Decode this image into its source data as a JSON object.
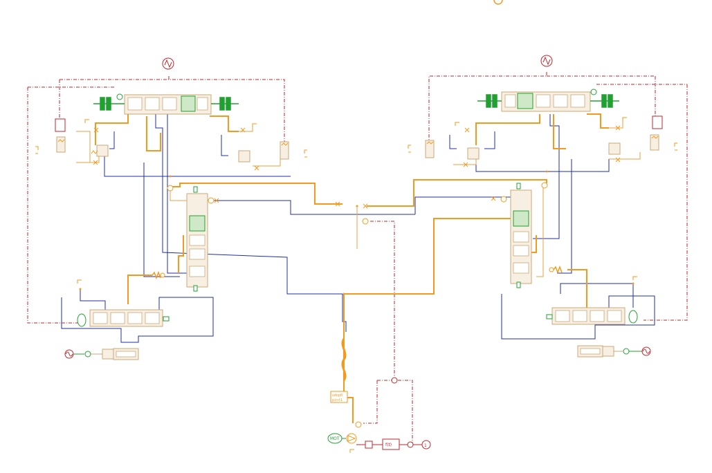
{
  "colors": {
    "hydraulic": "#f39a1e",
    "hydraulic_thin": "#e8a040",
    "return": "#1c2fa8",
    "signal": "#c0272d",
    "mechanical": "#20a030",
    "component": "#c8a878",
    "component_fill": "#f7efe2",
    "background": "#ffffff"
  },
  "labels": {
    "motor_label": "MOT",
    "gauge_text_1": "udop0",
    "gauge_text_2": "pint1",
    "function_text": "f(t)",
    "step_number": "1"
  },
  "icons": {
    "signal_source": "sine-signal-icon",
    "pump": "pump-icon",
    "motor": "electric-motor-icon",
    "valve": "servo-valve-icon",
    "spring": "spring-icon",
    "accumulator": "accumulator-icon",
    "actuator": "hydraulic-cylinder-icon",
    "orifice": "orifice-icon",
    "pressure_sensor": "pressure-sensor-icon",
    "tank": "tank-icon",
    "hose": "flexible-hose-icon"
  }
}
